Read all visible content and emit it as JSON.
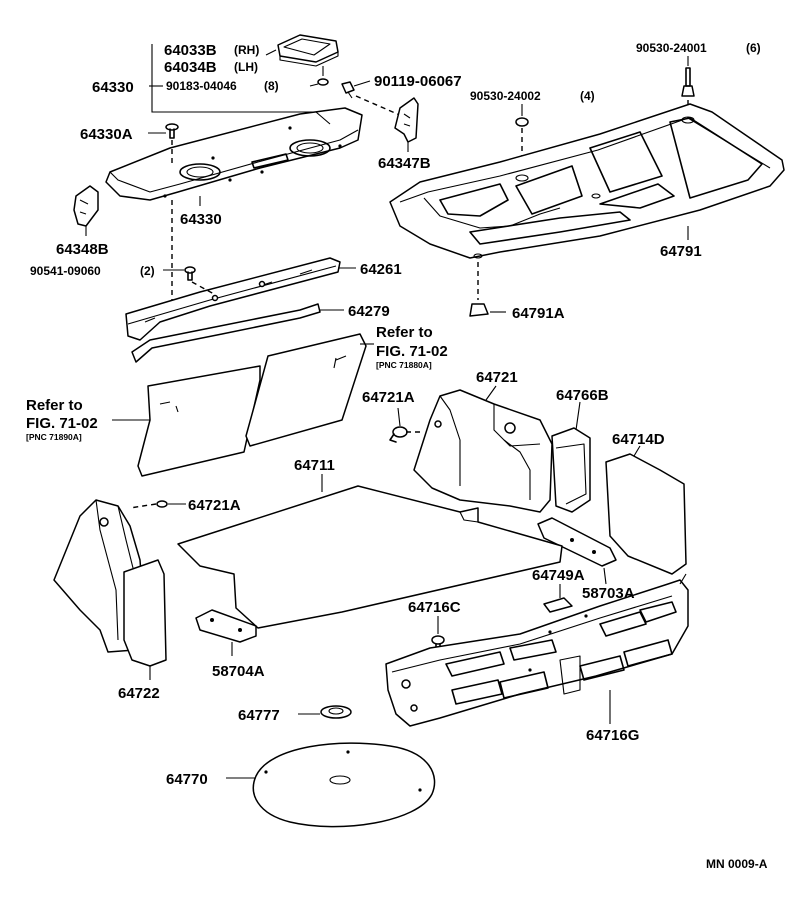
{
  "labels": {
    "p64033b": "64033B",
    "p64033b_side": "(RH)",
    "p64034b": "64034B",
    "p64034b_side": "(LH)",
    "p64330_top": "64330",
    "p90183": "90183-04046",
    "p90183_qty": "(8)",
    "p90119": "90119-06067",
    "p64330a": "64330A",
    "p64347b": "64347B",
    "p64330_mid": "64330",
    "p64348b": "64348B",
    "p90541": "90541-09060",
    "p90541_qty": "(2)",
    "p64261": "64261",
    "p64279": "64279",
    "p90530_24001": "90530-24001",
    "p90530_24001_qty": "(6)",
    "p90530_24002": "90530-24002",
    "p90530_24002_qty": "(4)",
    "p64791": "64791",
    "p64791a": "64791A",
    "ref_right_1": "Refer to",
    "ref_right_2": "FIG. 71-02",
    "ref_right_3": "[PNC 71880A]",
    "ref_left_1": "Refer to",
    "ref_left_2": "FIG. 71-02",
    "ref_left_3": "[PNC 71890A]",
    "p64721": "64721",
    "p64721a_r": "64721A",
    "p64766b": "64766B",
    "p64714d": "64714D",
    "p64711": "64711",
    "p64721a_l": "64721A",
    "p64749a": "64749A",
    "p58703a": "58703A",
    "p64716c": "64716C",
    "p58704a": "58704A",
    "p64722": "64722",
    "p64716g": "64716G",
    "p64777": "64777",
    "p64770": "64770",
    "code": "MN 0009-A"
  }
}
